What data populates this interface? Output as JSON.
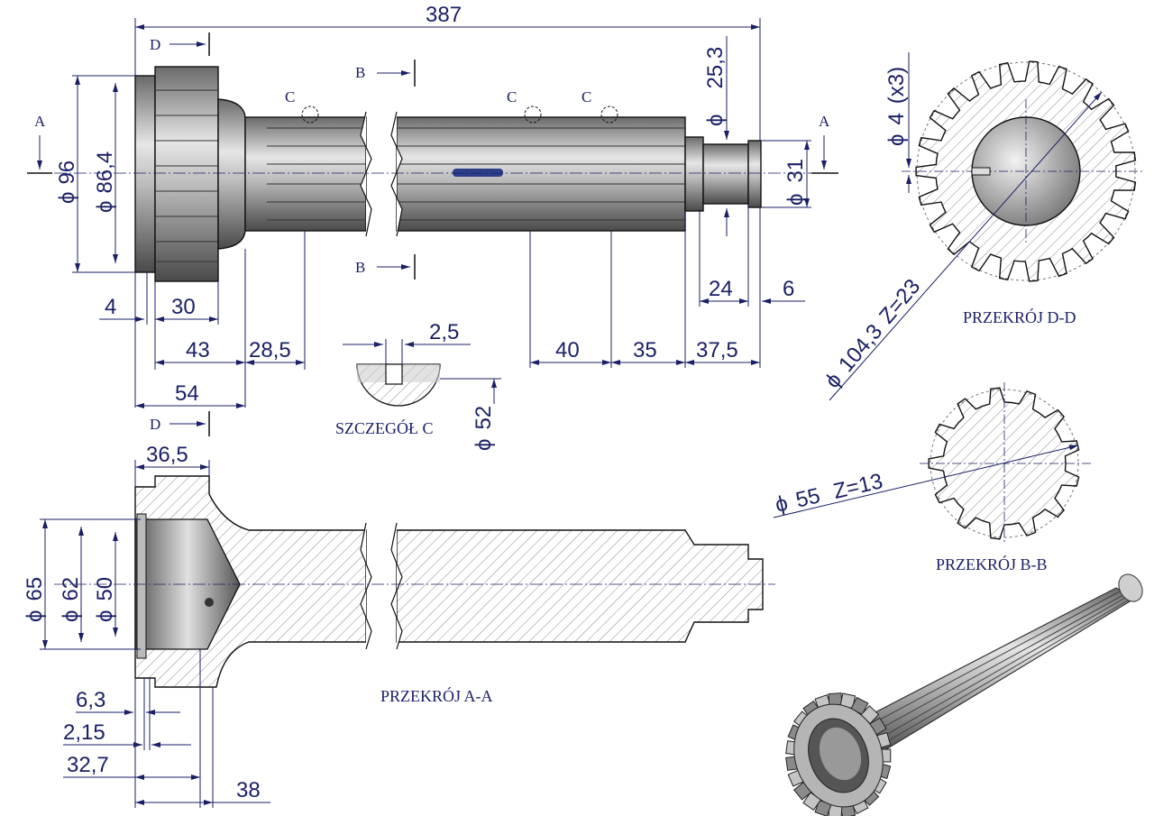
{
  "colors": {
    "dimension": "#1a1f66",
    "steel_light": "#d9d9d9",
    "steel_mid": "#9a9a9a",
    "steel_dark": "#4a4a4a",
    "hatch": "#8a8a8a",
    "brand_mark": "#2c3e8a"
  },
  "views": {
    "main_view": {
      "overall_length": "387",
      "section_marks": [
        "D",
        "B",
        "C",
        "A"
      ],
      "dims": {
        "d96": "96",
        "d86_4": "86,4",
        "d25_3": "25,3",
        "d31": "31",
        "l4": "4",
        "l30": "30",
        "l43": "43",
        "l28_5": "28,5",
        "l54": "54",
        "l24": "24",
        "l6": "6",
        "l40": "40",
        "l35": "35",
        "l37_5": "37,5"
      }
    },
    "detail_c": {
      "caption": "SZCZEGÓŁ C",
      "width": "2,5",
      "diameter": "52"
    },
    "section_aa": {
      "caption": "PRZEKRÓJ A-A",
      "dims": {
        "d65": "65",
        "d62": "62",
        "d50": "50",
        "l36_5": "36,5",
        "l6_3": "6,3",
        "l2_15": "2,15",
        "l32_7": "32,7",
        "l38": "38"
      }
    },
    "section_dd": {
      "caption": "PRZEKRÓJ D-D",
      "hole": "4",
      "hole_count": "(x3)",
      "pitch": "104,3",
      "teeth": "Z=23"
    },
    "section_bb": {
      "caption": "PRZEKRÓJ B-B",
      "diameter": "55",
      "teeth": "Z=13"
    }
  },
  "symbols": {
    "diameter": "ϕ"
  }
}
